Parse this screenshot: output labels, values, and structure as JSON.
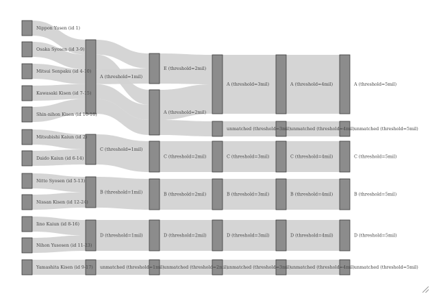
{
  "diagram": {
    "type": "sankey",
    "levels": [
      [
        "Nippon Yusen (id 1)",
        "Osaka Syosen (id 3-9)",
        "Mitsui Senpaku (id 4-10)",
        "Kawasaki Kisen (id 7-15)",
        "Shin-nihon Kisen (id 10-18)",
        "Mitsubishi Kaiun (id 2)",
        "Daido Kaiun (id 6-14)",
        "Nitto Syosen (id 5-13)",
        "Nissan Kisen (id 12-24)",
        "Iino Kaiun (id 8-16)",
        "Nihon Yusosen (id 11-23)",
        "Yamashita Kisen (id 9-17)"
      ],
      [
        "A (threshold=1mil)",
        "C (threshold=1mil)",
        "B (threshold=1mil)",
        "D (threshold=1mil)",
        "unmatched (threshold=1mil)"
      ],
      [
        "E (threshold=2mil)",
        "A (threshold=2mil)",
        "C (threshold=2mil)",
        "B (threshold=2mil)",
        "D (threshold=2mil)",
        "unmatched (threshold=2mil)"
      ],
      [
        "A (threshold=3mil)",
        "unmatched (threshold=3mil)",
        "C (threshold=3mil)",
        "B (threshold=3mil)",
        "D (threshold=3mil)",
        "unmatched (threshold=3mil)"
      ],
      [
        "A (threshold=4mil)",
        "unmatched (threshold=4mil)",
        "C (threshold=4mil)",
        "B (threshold=4mil)",
        "D (threshold=4mil)",
        "unmatched (threshold=4mil)"
      ],
      [
        "A (threshold=5mil)",
        "unmatched (threshold=5mil)",
        "C (threshold=5mil)",
        "B (threshold=5mil)",
        "D (threshold=5mil)",
        "unmatched (threshold=5mil)"
      ]
    ],
    "flows": [
      {
        "from": "Nippon Yusen (id 1)",
        "to": "A (threshold=1mil)",
        "value": 1
      },
      {
        "from": "Osaka Syosen (id 3-9)",
        "to": "A (threshold=1mil)",
        "value": 1
      },
      {
        "from": "Mitsui Senpaku (id 4-10)",
        "to": "A (threshold=1mil)",
        "value": 1
      },
      {
        "from": "Kawasaki Kisen (id 7-15)",
        "to": "A (threshold=1mil)",
        "value": 1
      },
      {
        "from": "Shin-nihon Kisen (id 10-18)",
        "to": "A (threshold=1mil)",
        "value": 1
      },
      {
        "from": "Mitsubishi Kaiun (id 2)",
        "to": "C (threshold=1mil)",
        "value": 1
      },
      {
        "from": "Daido Kaiun (id 6-14)",
        "to": "C (threshold=1mil)",
        "value": 1
      },
      {
        "from": "Nitto Syosen (id 5-13)",
        "to": "B (threshold=1mil)",
        "value": 1
      },
      {
        "from": "Nissan Kisen (id 12-24)",
        "to": "B (threshold=1mil)",
        "value": 1
      },
      {
        "from": "Iino Kaiun (id 8-16)",
        "to": "D (threshold=1mil)",
        "value": 1
      },
      {
        "from": "Nihon Yusosen (id 11-23)",
        "to": "D (threshold=1mil)",
        "value": 1
      },
      {
        "from": "Yamashita Kisen (id 9-17)",
        "to": "unmatched (threshold=1mil)",
        "value": 1
      },
      {
        "from": "A (threshold=1mil)",
        "to": "E (threshold=2mil)",
        "value": 1
      },
      {
        "from": "A (threshold=1mil)",
        "to": "A (threshold=2mil)",
        "value": 1
      },
      {
        "from": "A (threshold=1mil)",
        "to": "E (threshold=2mil)",
        "value": 1
      },
      {
        "from": "A (threshold=1mil)",
        "to": "A (threshold=2mil)",
        "value": 1
      },
      {
        "from": "A (threshold=1mil)",
        "to": "A (threshold=2mil)",
        "value": 1
      },
      {
        "from": "C (threshold=1mil)",
        "to": "C (threshold=2mil)",
        "value": 2
      },
      {
        "from": "B (threshold=1mil)",
        "to": "B (threshold=2mil)",
        "value": 2
      },
      {
        "from": "D (threshold=1mil)",
        "to": "D (threshold=2mil)",
        "value": 2
      },
      {
        "from": "unmatched (threshold=1mil)",
        "to": "unmatched (threshold=2mil)",
        "value": 1
      },
      {
        "from": "E (threshold=2mil)",
        "to": "A (threshold=3mil)",
        "value": 2
      },
      {
        "from": "A (threshold=2mil)",
        "to": "A (threshold=3mil)",
        "value": 2
      },
      {
        "from": "A (threshold=2mil)",
        "to": "unmatched (threshold=3mil)",
        "value": 1
      },
      {
        "from": "C (threshold=2mil)",
        "to": "C (threshold=3mil)",
        "value": 2
      },
      {
        "from": "B (threshold=2mil)",
        "to": "B (threshold=3mil)",
        "value": 2
      },
      {
        "from": "D (threshold=2mil)",
        "to": "D (threshold=3mil)",
        "value": 2
      },
      {
        "from": "unmatched (threshold=2mil)",
        "to": "unmatched (threshold=3mil)",
        "value": 1
      },
      {
        "from": "A (threshold=3mil)",
        "to": "A (threshold=4mil)",
        "value": 4
      },
      {
        "from": "unmatched (threshold=3mil)",
        "to": "unmatched (threshold=4mil)",
        "value": 1
      },
      {
        "from": "C (threshold=3mil)",
        "to": "C (threshold=4mil)",
        "value": 2
      },
      {
        "from": "B (threshold=3mil)",
        "to": "B (threshold=4mil)",
        "value": 2
      },
      {
        "from": "D (threshold=3mil)",
        "to": "D (threshold=4mil)",
        "value": 2
      },
      {
        "from": "unmatched (threshold=3mil)",
        "to": "unmatched (threshold=4mil)",
        "value": 1
      },
      {
        "from": "A (threshold=4mil)",
        "to": "A (threshold=5mil)",
        "value": 4
      },
      {
        "from": "unmatched (threshold=4mil)",
        "to": "unmatched (threshold=5mil)",
        "value": 1
      },
      {
        "from": "C (threshold=4mil)",
        "to": "C (threshold=5mil)",
        "value": 2
      },
      {
        "from": "B (threshold=4mil)",
        "to": "B (threshold=5mil)",
        "value": 2
      },
      {
        "from": "D (threshold=4mil)",
        "to": "D (threshold=5mil)",
        "value": 2
      },
      {
        "from": "unmatched (threshold=4mil)",
        "to": "unmatched (threshold=5mil)",
        "value": 1
      }
    ],
    "colors": {
      "band": "#d3d3d3",
      "node": "#8c8c8c",
      "node_border": "#3a3a3a",
      "label": "#444444"
    }
  }
}
